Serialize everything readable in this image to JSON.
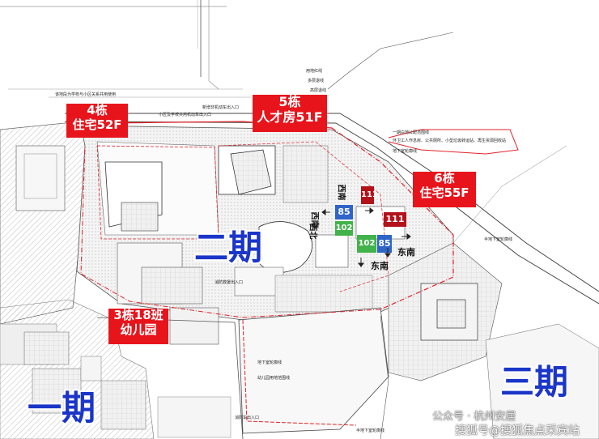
{
  "buildings": {
    "b4": {
      "line1": "4栋",
      "line2": "住宅52F"
    },
    "b5": {
      "line1": "5栋",
      "line2": "人才房51F"
    },
    "b6": {
      "line1": "6栋",
      "line2": "住宅55F"
    },
    "b3": {
      "line1": "3栋18班",
      "line2": "幼儿园"
    }
  },
  "phases": {
    "phase2": "二期",
    "phase3": "三期",
    "phase1": "一期"
  },
  "unit_markers": {
    "m111a": "111",
    "m85a": "85",
    "m102a": "102",
    "m111b": "111",
    "m85b": "85",
    "m102b": "102",
    "colors": {
      "red": "#b3121b",
      "blue": "#2f64c8",
      "green": "#42b24a"
    }
  },
  "orientations": {
    "xinan": "西南",
    "xibei": "西北",
    "xinan2": "西南",
    "dongnan1": "东南",
    "dongnan2": "东南"
  },
  "annotations": {
    "a1": "用地红线",
    "a2": "多层退线",
    "a3": "高层退线",
    "a4": "小区及学校共用机动车出入口",
    "a5": "新增非机动车出入口",
    "a6": "消防救援出入口",
    "a7": "一期白地公配范围线",
    "a8": "环卫工人作息房、公共厕所、小型垃圾转运站、再生资源回收站",
    "a9": "地下室轮廓线",
    "a10": "半地下室轮廓线",
    "a11": "幼儿园用地范围线",
    "a12": "地下室轮廓线",
    "a13": "半地下室轮廓线",
    "a14": "消防车出入口",
    "a15": "该地段为学校与小区关系共用使用"
  },
  "watermark": {
    "source": "公众号 · 杭州安居",
    "site": "搜狐号@搜狐焦点采宾站"
  },
  "colors": {
    "accent_red": "#e8141c",
    "phase_blue": "#1a35c8",
    "boundary_red": "#e0232a"
  }
}
